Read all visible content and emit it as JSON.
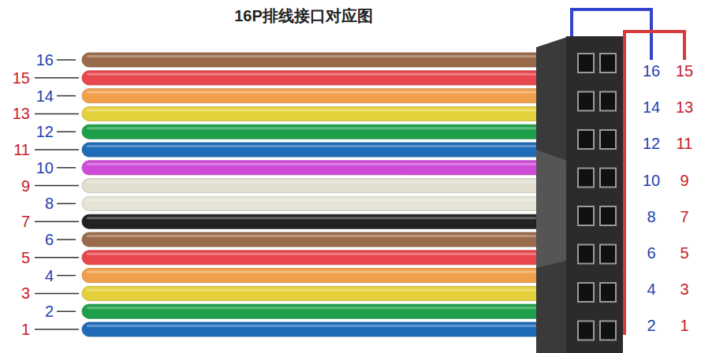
{
  "diagram": {
    "title": "16P排线接口对应图",
    "labels": [
      "16",
      "15",
      "14",
      "13",
      "12",
      "11",
      "10",
      "9",
      "8",
      "7",
      "6",
      "5",
      "4",
      "3",
      "2",
      "1",
      "16",
      "15",
      "14",
      "13",
      "12",
      "11",
      "10",
      "9",
      "8",
      "7",
      "6",
      "5",
      "4",
      "3",
      "2",
      "1"
    ]
  }
}
